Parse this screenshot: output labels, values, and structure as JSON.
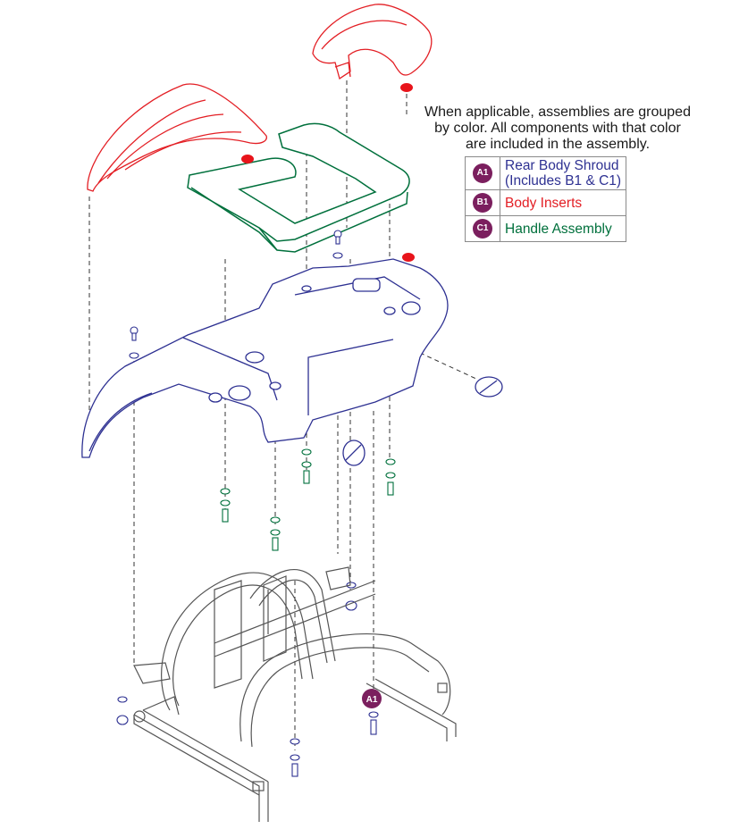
{
  "note": {
    "lines": [
      "When applicable, assemblies are grouped",
      "by color. All components with that color",
      "are included in the assembly."
    ]
  },
  "legend": {
    "rows": [
      {
        "badge": "A1",
        "lines": [
          "Rear Body Shroud",
          "(Includes B1 & C1)"
        ],
        "color": "#2e3192"
      },
      {
        "badge": "B1",
        "lines": [
          "Body Inserts"
        ],
        "color": "#e31e24"
      },
      {
        "badge": "C1",
        "lines": [
          "Handle Assembly"
        ],
        "color": "#00703c"
      }
    ]
  },
  "callout": {
    "badge": "A1"
  },
  "colors": {
    "badge": "#7b1f5e",
    "shroud": "#2e3192",
    "insert": "#e31e24",
    "handle": "#00703c",
    "frame": "#555555",
    "marker": "#e8141b"
  }
}
